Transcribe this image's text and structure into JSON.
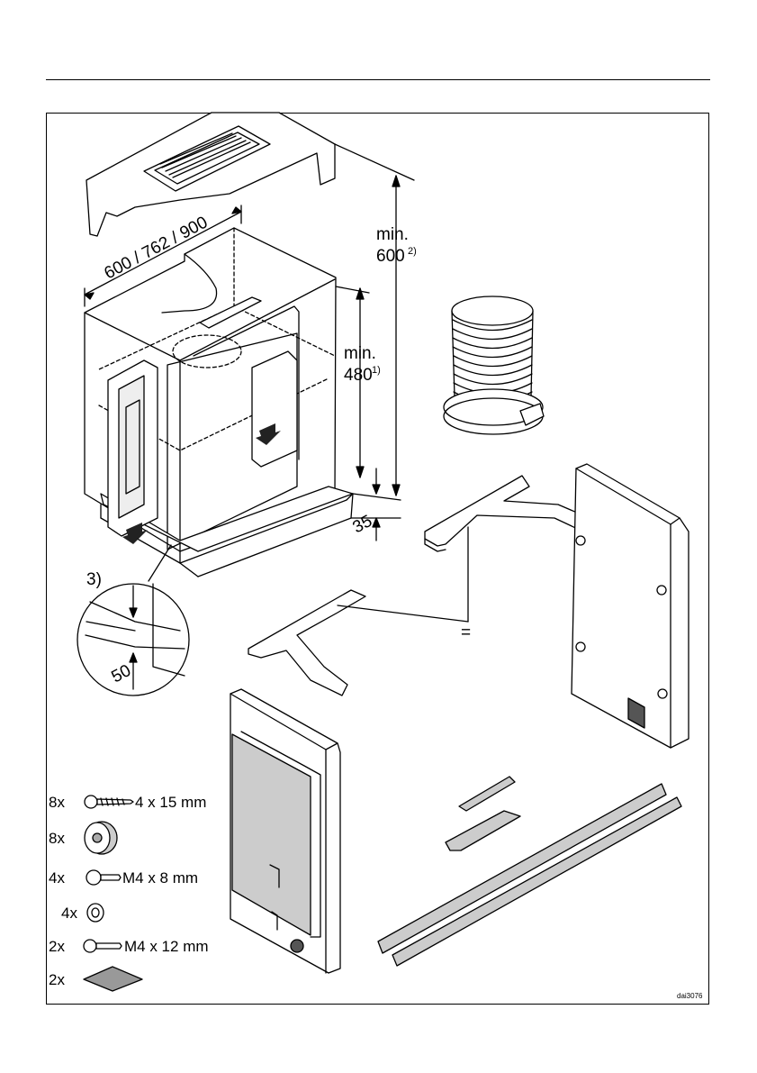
{
  "dimensions": {
    "width_options": "600 / 762 / 900",
    "min_height_outer_label": "min.",
    "min_height_outer_value": "600",
    "min_height_outer_note": "2)",
    "min_height_inner_label": "min.",
    "min_height_inner_value": "480",
    "min_height_inner_note": "1)",
    "plinth_gap": "35",
    "detail_note": "3)",
    "detail_gap": "50",
    "equal_sign": "="
  },
  "parts_list": [
    {
      "qty": "8x",
      "spec": "4 x 15 mm",
      "icon": "wood-screw-icon"
    },
    {
      "qty": "8x",
      "spec": "",
      "icon": "spacer-ring-icon"
    },
    {
      "qty": "4x",
      "spec": "M4 x 8 mm",
      "icon": "machine-screw-icon"
    },
    {
      "qty": "4x",
      "spec": "",
      "icon": "washer-icon"
    },
    {
      "qty": "2x",
      "spec": "M4 x 12 mm",
      "icon": "machine-screw-long-icon"
    },
    {
      "qty": "2x",
      "spec": "",
      "icon": "adhesive-pad-icon"
    }
  ],
  "figure_code": "dai3076"
}
